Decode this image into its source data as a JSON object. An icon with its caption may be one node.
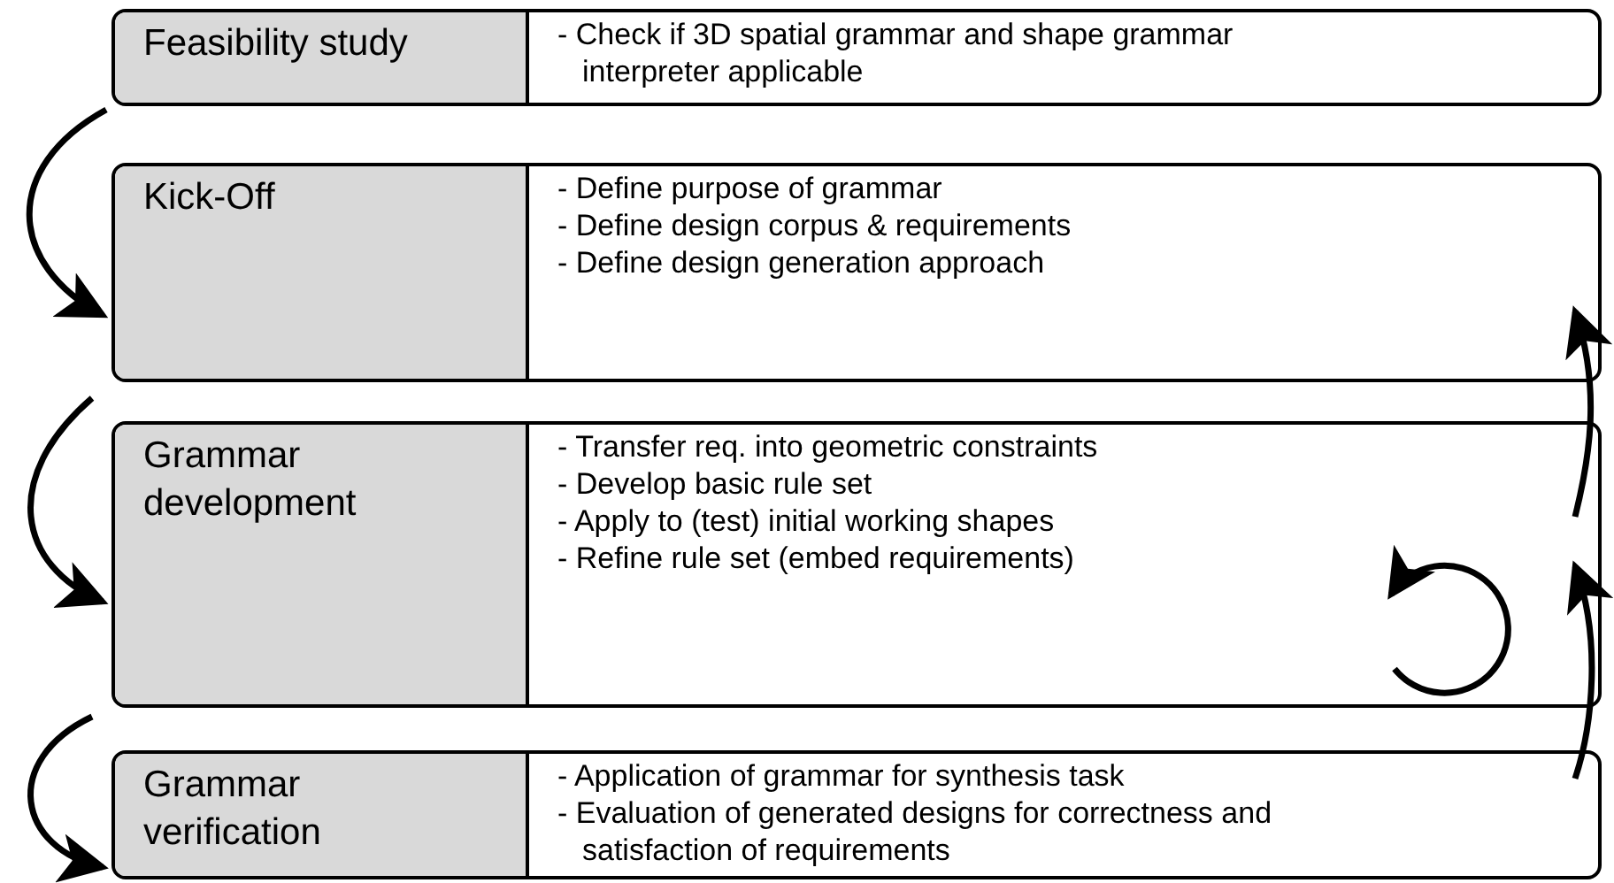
{
  "diagram": {
    "nodes": [
      {
        "text": [
          "Feasibility study",
          "- Check if 3D spatial grammar and shape grammar interpreter applicable"
        ]
      },
      {
        "text": [
          "Kick-Off",
          "- Define purpose of grammar",
          "- Define design corpus & requirements",
          "- Define design generation approach"
        ]
      },
      {
        "text": [
          "Grammar development",
          "- Transfer req. into geometric constraints",
          "- Develop basic rule set",
          "- Apply to (test) initial working shapes",
          "- Refine rule set (embed requirements)"
        ]
      },
      {
        "text": [
          "Grammar verification",
          "- Application of  grammar for synthesis task",
          "- Evaluation of generated designs for correctness and satisfaction of requirements"
        ]
      }
    ],
    "edges": [
      {
        "from": 0,
        "to": 1,
        "arrow": "to"
      },
      {
        "from": 1,
        "to": 2,
        "arrow": "to"
      },
      {
        "from": 2,
        "to": 3,
        "arrow": "to"
      },
      {
        "from": 2,
        "to": 2,
        "arrow": "to"
      },
      {
        "from": 2,
        "to": 1,
        "arrow": "to"
      },
      {
        "from": 3,
        "to": 2,
        "arrow": "to"
      }
    ]
  }
}
